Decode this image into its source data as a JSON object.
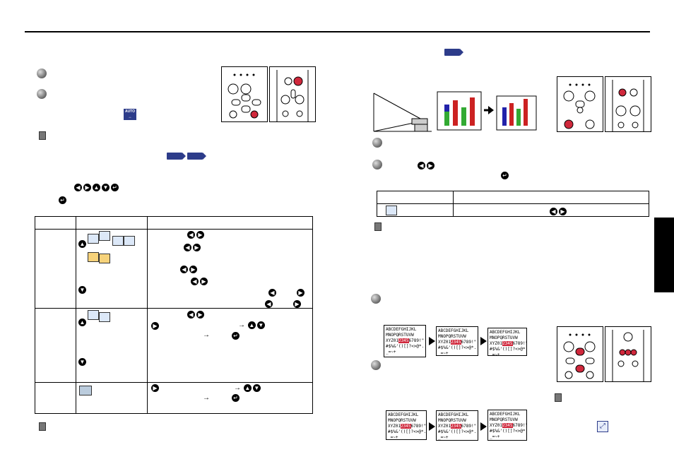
{
  "page": {
    "auto_icon_label": "AUTO",
    "arrow_symbol": "→",
    "colors": {
      "accent": "#2d3c8a",
      "highlight": "#d0283c",
      "side_tab": "#000000"
    }
  },
  "shots": [
    {
      "l1": "ABCDEFGHIJKL",
      "l2": "MNOPQRSTUVW",
      "l3a": "XYZ01",
      "l3h": "2345",
      "l3b": "6789!\"",
      "l4": "#$%&'()[]?<>@*.",
      "l5": "_=~+"
    }
  ],
  "icons": [
    "remote-control-icon",
    "projector-icon",
    "enter-icon",
    "left-arrow-icon",
    "right-arrow-icon",
    "up-arrow-icon",
    "down-arrow-icon",
    "auto-setting-icon",
    "resize-icon"
  ]
}
